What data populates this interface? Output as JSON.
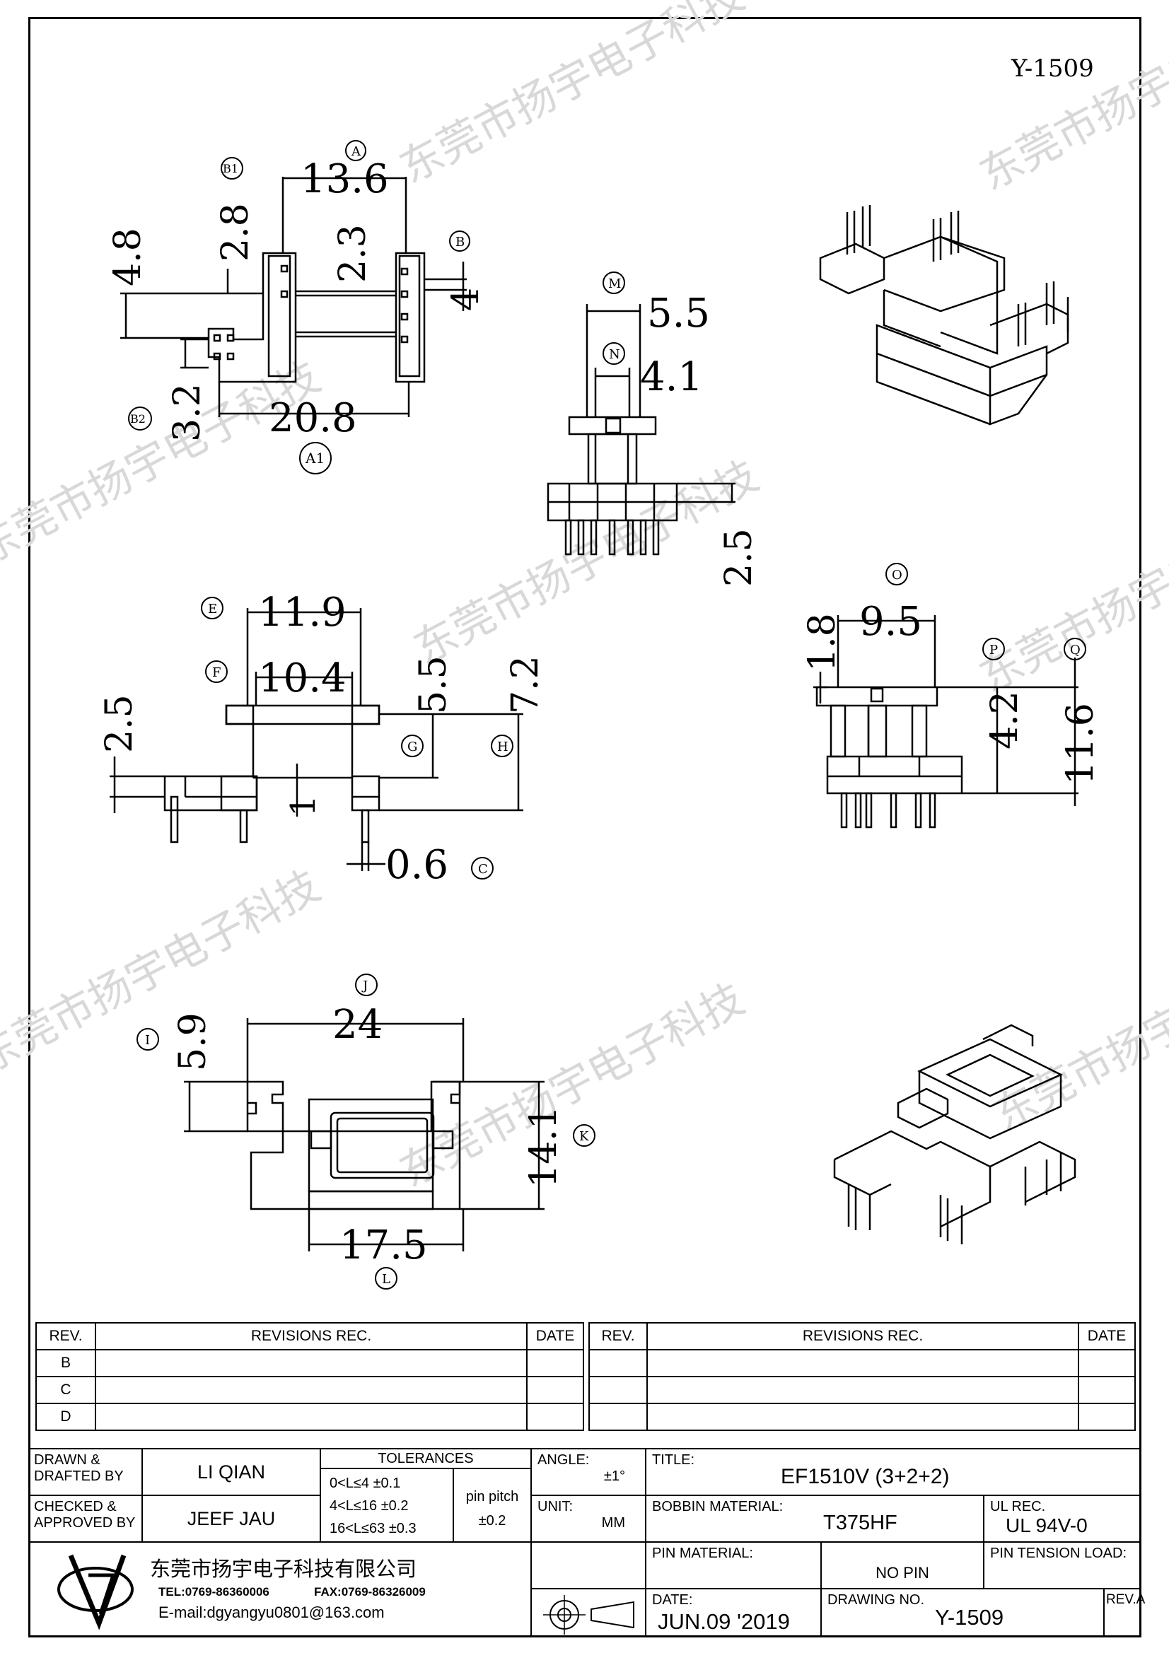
{
  "drawing_no_top": "Y-1509",
  "watermark": "东莞市扬宇电子科技",
  "dims": {
    "d13_6": "13.6",
    "d2_8": "2.8",
    "d4_8": "4.8",
    "d2_3": "2.3",
    "d4": "4",
    "d3_2": "3.2",
    "d20_8": "20.8",
    "d5_5a": "5.5",
    "d4_1": "4.1",
    "d2_5a": "2.5",
    "d11_9": "11.9",
    "d10_4": "10.4",
    "d2_5b": "2.5",
    "d5_5b": "5.5",
    "d7_2": "7.2",
    "d1": "1",
    "d0_6": "0.6",
    "d1_8": "1.8",
    "d9_5": "9.5",
    "d4_2": "4.2",
    "d11_6": "11.6",
    "d24": "24",
    "d5_9": "5.9",
    "d14_1": "14.1",
    "d17_5": "17.5"
  },
  "callouts": {
    "A": "A",
    "B1": "B1",
    "B": "B",
    "B2": "B2",
    "A1": "A1",
    "M": "M",
    "N": "N",
    "E": "E",
    "F": "F",
    "G": "G",
    "H": "H",
    "C": "C",
    "O": "O",
    "P": "P",
    "Q": "Q",
    "I": "I",
    "J": "J",
    "K": "K",
    "L": "L"
  },
  "revisions": {
    "rev_header": "REV.",
    "rec_header": "REVISIONS    REC.",
    "date_header": "DATE",
    "rows": [
      "B",
      "C",
      "D"
    ]
  },
  "title_block": {
    "drawn_label_1": "DRAWN  &",
    "drawn_label_2": "DRAFTED  BY",
    "drawn_name": "LI QIAN",
    "checked_label_1": "CHECKED  &",
    "checked_label_2": "APPROVED  BY",
    "checked_name": "JEEF JAU",
    "tolerances_label": "TOLERANCES",
    "tol1": "0<L≤4    ±0.1",
    "tol2": "4<L≤16   ±0.2",
    "tol3": "16<L≤63  ±0.3",
    "pin_pitch_label": "pin  pitch",
    "pin_pitch_value": "±0.2",
    "angle_label": "ANGLE:",
    "angle_value": "±1°",
    "unit_label": "UNIT:",
    "unit_value": "MM",
    "title_label": "TITLE:",
    "title_value": "EF1510V  (3+2+2)",
    "bobbin_label": "BOBBIN  MATERIAL:",
    "bobbin_value": "T375HF",
    "ul_label": "UL  REC.",
    "ul_value": "UL  94V-0",
    "pin_mat_label": "PIN  MATERIAL:",
    "pin_mat_value": "NO  PIN",
    "pin_tension_label": "PIN  TENSION  LOAD:",
    "company": "东莞市扬宇电子科技有限公司",
    "tel": "TEL:0769-86360006",
    "fax": "FAX:0769-86326009",
    "email": "E-mail:dgyangyu0801@163.com",
    "date_label": "DATE:",
    "date_value": "JUN.09  '2019",
    "drawing_no_label": "DRAWING  NO.",
    "drawing_no_value": "Y-1509",
    "rev_label": "REV.A"
  }
}
